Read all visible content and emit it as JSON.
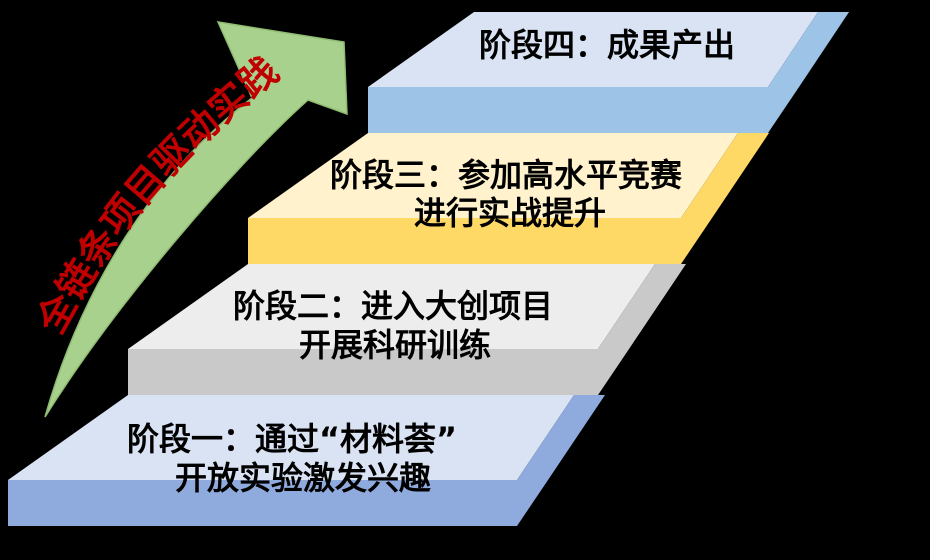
{
  "background_color": "#000000",
  "text_color": "#000000",
  "steps": [
    {
      "name": "stage-1",
      "line1": "阶段一：通过“材料荟”",
      "line2": "开放实验激发兴趣",
      "top_color": "#dae3f3",
      "front_color": "#8faadc"
    },
    {
      "name": "stage-2",
      "line1": "阶段二：进入大创项目",
      "line2": "开展科研训练",
      "top_color": "#ededed",
      "front_color": "#c9c9c9"
    },
    {
      "name": "stage-3",
      "line1": "阶段三：参加高水平竞赛",
      "line2": "进行实战提升",
      "top_color": "#fff2cc",
      "front_color": "#ffd966"
    },
    {
      "name": "stage-4",
      "line1": "阶段四：成果产出",
      "line2": "",
      "top_color": "#dae3f3",
      "front_color": "#9dc3e6"
    }
  ],
  "arrow": {
    "label": "全链条项目驱动实践",
    "color": "#a9d18e",
    "stroke_color": "#8fbc71",
    "label_color": "#c00000"
  }
}
